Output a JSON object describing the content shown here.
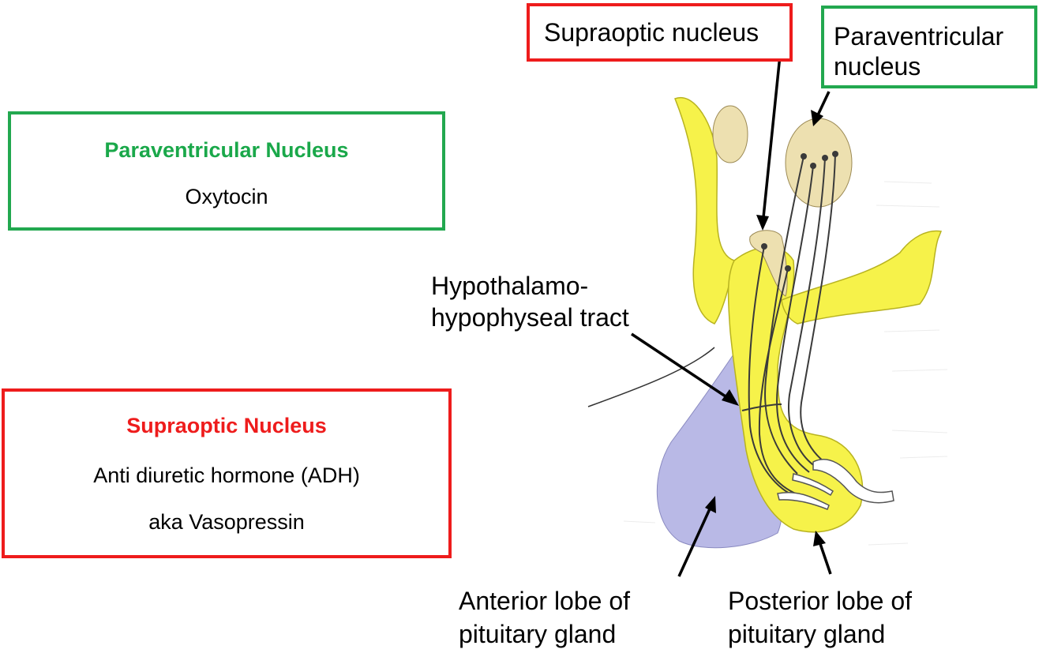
{
  "summary_boxes": {
    "paraventricular": {
      "heading": "Paraventricular Nucleus",
      "lines": [
        "Oxytocin"
      ],
      "color": "#1aa84a"
    },
    "supraoptic": {
      "heading": "Supraoptic Nucleus",
      "lines": [
        "Anti diuretic hormone (ADH)",
        "aka Vasopressin"
      ],
      "color": "#ee1c1c"
    }
  },
  "diagram_labels": {
    "supraoptic_nucleus": "Supraoptic nucleus",
    "paraventricular_nucleus": "Paraventricular\nnucleus",
    "tract_line1": "Hypothalamo-",
    "tract_line2": "hypophyseal tract",
    "anterior_line1": "Anterior lobe of",
    "anterior_line2": "pituitary gland",
    "posterior_line1": "Posterior lobe of",
    "posterior_line2": "pituitary gland"
  },
  "colors": {
    "neural_tissue": "#f6f24a",
    "anterior_lobe": "#b9b9e6",
    "nucleus_fill": "#ede0b0",
    "paraventricular_accent": "#22a84f",
    "supraoptic_accent": "#ee1c1c"
  }
}
